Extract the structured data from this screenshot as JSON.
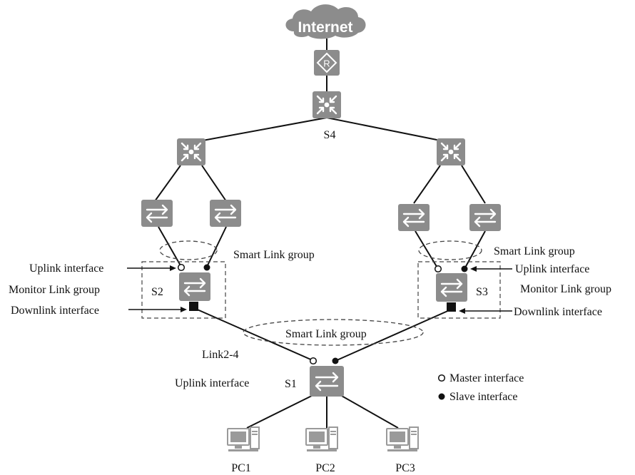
{
  "labels": {
    "internet": "Internet",
    "router": "R",
    "s4": "S4",
    "s2": "S2",
    "s3": "S3",
    "s1": "S1",
    "pc1": "PC1",
    "pc2": "PC2",
    "pc3": "PC3",
    "smart_link_group": "Smart Link group",
    "uplink_interface": "Uplink interface",
    "monitor_link_group": "Monitor Link group",
    "downlink_interface": "Downlink interface",
    "link2_4": "Link2-4"
  },
  "legend": {
    "master": "Master interface",
    "slave": "Slave interface"
  },
  "colors": {
    "device": "#8c8c8c",
    "pc": "#9a9a9a",
    "line": "#111111"
  }
}
